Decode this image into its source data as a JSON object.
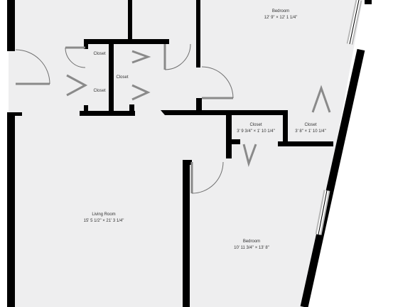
{
  "colors": {
    "floor": "#eeeeef",
    "wall": "#000000",
    "door_arc": "#707070",
    "door_leaf": "#8a8a8a",
    "window_frame": "#b8b8b8",
    "text": "#333333"
  },
  "rooms": {
    "bedroom_top": {
      "name": "Bedroom",
      "dims": "12' 9\" × 12' 1 1/4\""
    },
    "closet_a": {
      "name": "Closet",
      "dims": ""
    },
    "closet_b": {
      "name": "Closet",
      "dims": ""
    },
    "closet_c": {
      "name": "Closet",
      "dims": ""
    },
    "closet_d": {
      "name": "Closet",
      "dims": "3' 9 3/4\" × 1' 10 1/4\""
    },
    "closet_e": {
      "name": "Closet",
      "dims": "3' 8\" × 1' 10 1/4\""
    },
    "living_room": {
      "name": "Living Room",
      "dims": "15' 5 1/2\" × 21' 3 1/4\""
    },
    "bedroom_bottom": {
      "name": "Bedroom",
      "dims": "10' 11 3/4\" × 13' 8\""
    }
  }
}
